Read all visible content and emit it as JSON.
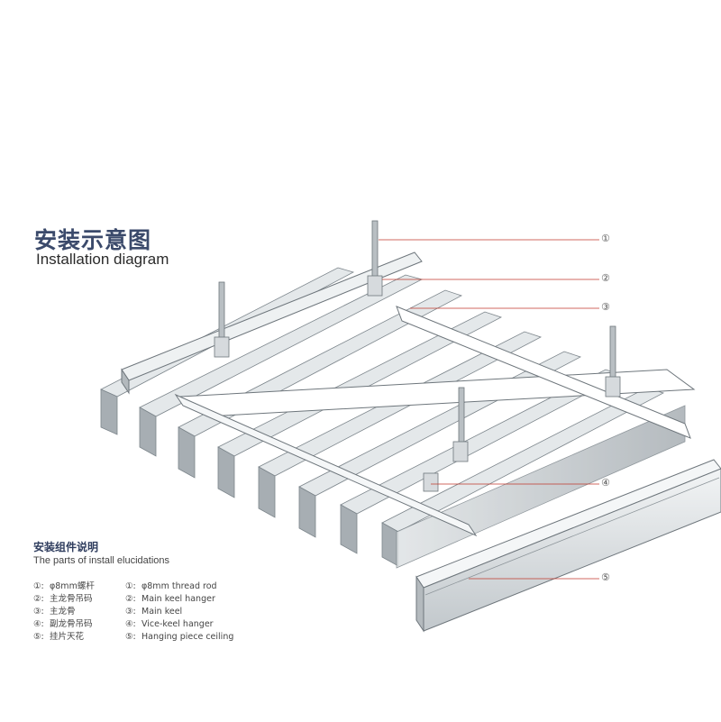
{
  "title": {
    "cn": "安装示意图",
    "en": "Installation diagram"
  },
  "callouts": [
    "①",
    "②",
    "③",
    "④",
    "⑤"
  ],
  "legend": {
    "title_cn": "安装组件说明",
    "title_en": "The parts of install elucidations",
    "items": [
      {
        "num": "①:",
        "cn": "φ8mm螺杆",
        "num_en": "①:",
        "en": "φ8mm thread rod"
      },
      {
        "num": "②:",
        "cn": "主龙骨吊码",
        "num_en": "②:",
        "en": "Main keel hanger"
      },
      {
        "num": "③:",
        "cn": "主龙骨",
        "num_en": "③:",
        "en": "Main keel"
      },
      {
        "num": "④:",
        "cn": "副龙骨吊码",
        "num_en": "④:",
        "en": "Vice-keel hanger"
      },
      {
        "num": "⑤:",
        "cn": "挂片天花",
        "num_en": "⑤:",
        "en": "Hanging piece ceiling"
      }
    ]
  },
  "colors": {
    "panel_light": "#e8ebec",
    "panel_mid": "#c9ced1",
    "panel_dark": "#9aa1a6",
    "outline": "#6e767c",
    "leader": "#c0392b"
  }
}
